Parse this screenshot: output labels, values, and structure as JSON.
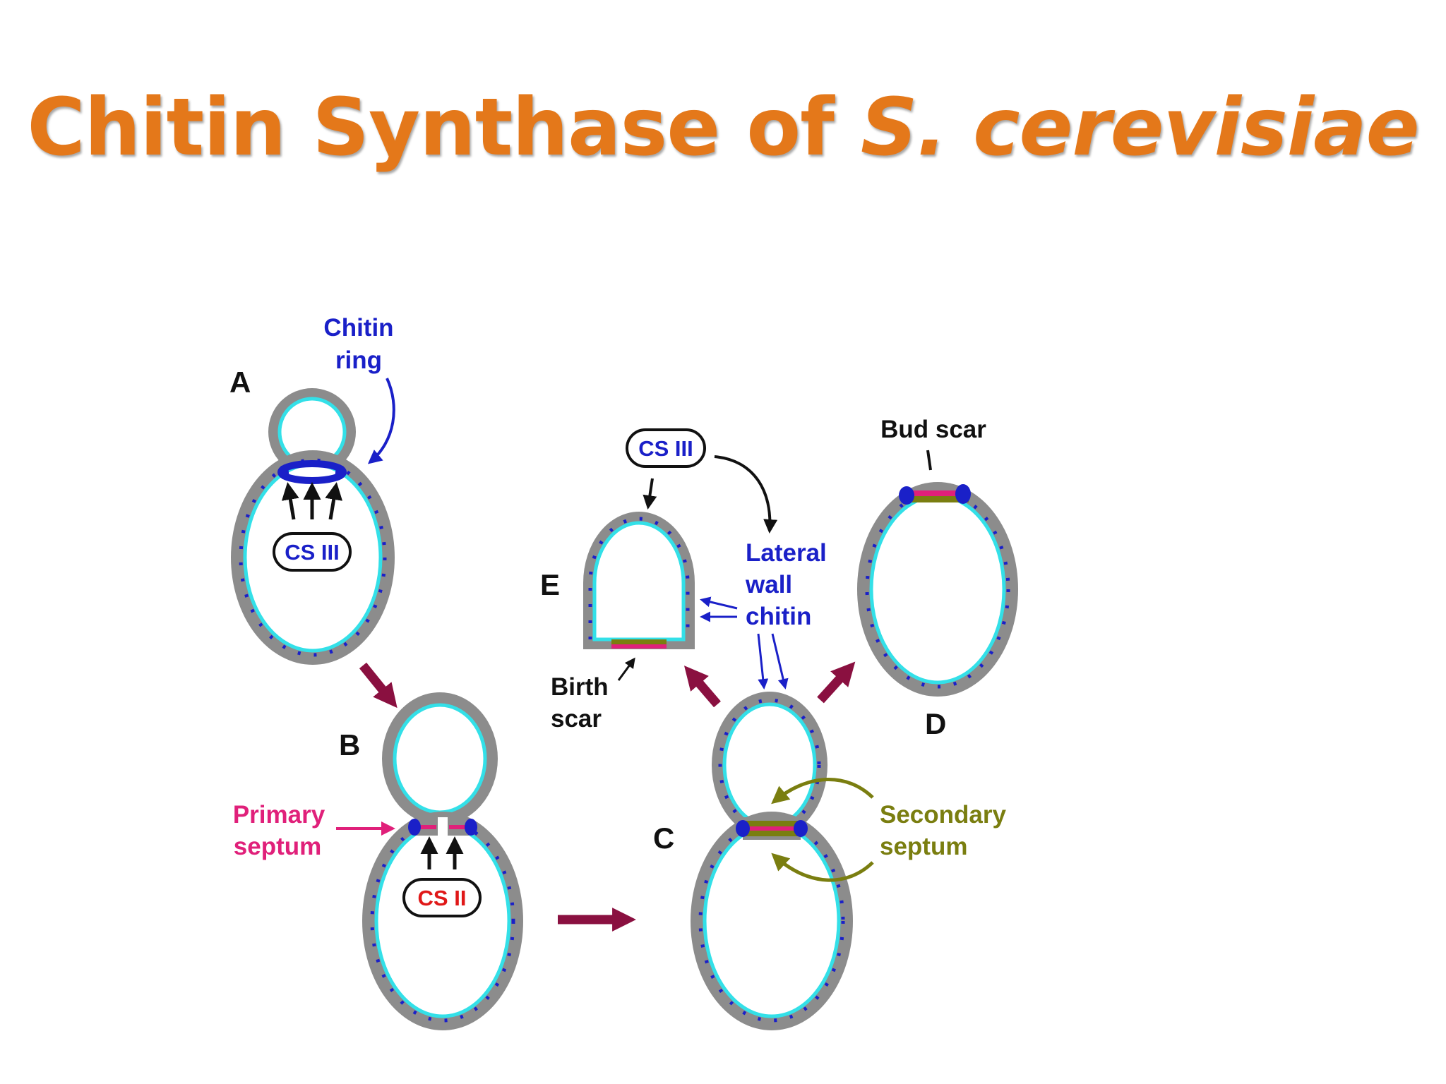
{
  "title": {
    "main": "Chitin Synthase of ",
    "italic": "S. cerevisiae"
  },
  "labels": {
    "A": "A",
    "B": "B",
    "C": "C",
    "D": "D",
    "E": "E",
    "chitin_ring_line1": "Chitin",
    "chitin_ring_line2": "ring",
    "primary_septum_line1": "Primary",
    "primary_septum_line2": "septum",
    "secondary_septum_line1": "Secondary",
    "secondary_septum_line2": "septum",
    "lateral_wall_line1": "Lateral",
    "lateral_wall_line2": "wall",
    "lateral_wall_line3": "chitin",
    "bud_scar": "Bud scar",
    "birth_scar_line1": "Birth",
    "birth_scar_line2": "scar"
  },
  "enzymes": {
    "cs3_a": "CS III",
    "cs2_b": "CS II",
    "cs3_e": "CS III"
  },
  "colors": {
    "title": "#e4781a",
    "cell_wall": "#8c8c8c",
    "membrane": "#33e0e8",
    "chitin": "#1a20c8",
    "primary_septum": "#e0207a",
    "secondary_septum": "#7a7e10",
    "flow_arrow": "#8a1040",
    "cs2_text": "#e01818"
  }
}
